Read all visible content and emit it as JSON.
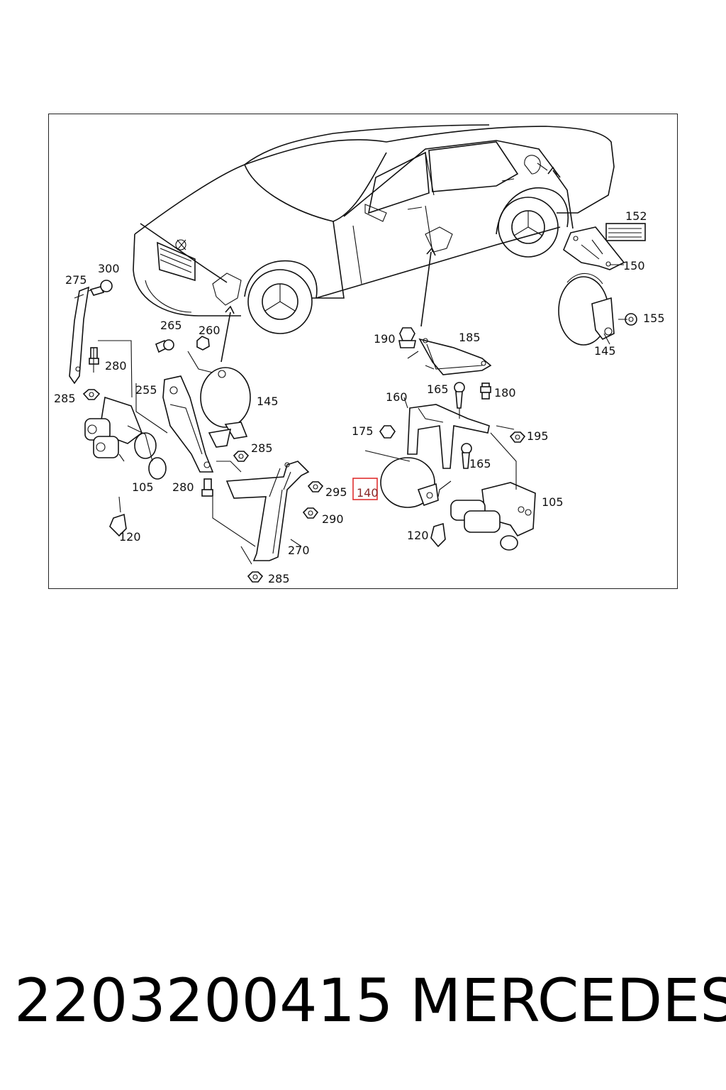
{
  "diagram": {
    "callouts": {
      "c152": "152",
      "c150": "150",
      "c155": "155",
      "c145_right": "145",
      "c300": "300",
      "c275": "275",
      "c265": "265",
      "c260": "260",
      "c280_top": "280",
      "c285_left": "285",
      "c255": "255",
      "c145_left": "145",
      "c285_mid": "285",
      "c105_left": "105",
      "c280_bottom": "280",
      "c120_left": "120",
      "c295": "295",
      "c290": "290",
      "c270": "270",
      "c285_bottom": "285",
      "c190": "190",
      "c185": "185",
      "c160": "160",
      "c165_top": "165",
      "c180": "180",
      "c175": "175",
      "c195": "195",
      "c165_mid": "165",
      "c105_right": "105",
      "c120_right": "120",
      "c140": "140"
    },
    "highlight_color": "#e03030"
  },
  "footer": {
    "part_number": "2203200415",
    "brand": "MERCEDES"
  }
}
